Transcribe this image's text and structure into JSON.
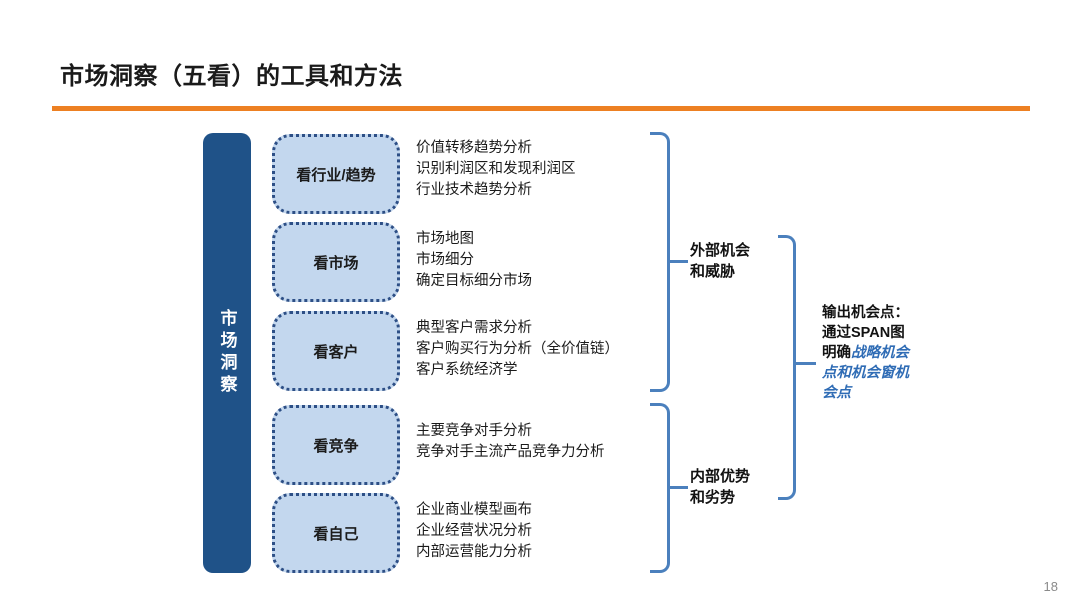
{
  "slide": {
    "title": "市场洞察（五看）的工具和方法",
    "page_number": "18",
    "accent_color": "#ed8022",
    "spine_color": "#1f5288",
    "pill_fill": "#c3d7ee",
    "pill_border": "#2d4f86",
    "bracket_color": "#4b80bd",
    "emphasis_color": "#2f6cb5"
  },
  "spine": {
    "label": "市场洞察"
  },
  "rows": [
    {
      "pill": "看行业/趋势",
      "lines": [
        "价值转移趋势分析",
        "识别利润区和发现利润区",
        "行业技术趋势分析"
      ]
    },
    {
      "pill": "看市场",
      "lines": [
        "市场地图",
        "市场细分",
        "确定目标细分市场"
      ]
    },
    {
      "pill": "看客户",
      "lines": [
        "典型客户需求分析",
        "客户购买行为分析（全价值链）",
        "客户系统经济学"
      ]
    },
    {
      "pill": "看竞争",
      "lines": [
        "主要竞争对手分析",
        "竞争对手主流产品竞争力分析"
      ]
    },
    {
      "pill": "看自己",
      "lines": [
        "企业商业模型画布",
        "企业经营状况分析",
        "内部运营能力分析"
      ]
    }
  ],
  "groups": [
    {
      "line1": "外部机会",
      "line2": "和威胁"
    },
    {
      "line1": "内部优势",
      "line2": "和劣势"
    }
  ],
  "output": {
    "prefix": "输出机会点：通过SPAN图明确",
    "emphasis": "战略机会点和机会窗机会点"
  }
}
